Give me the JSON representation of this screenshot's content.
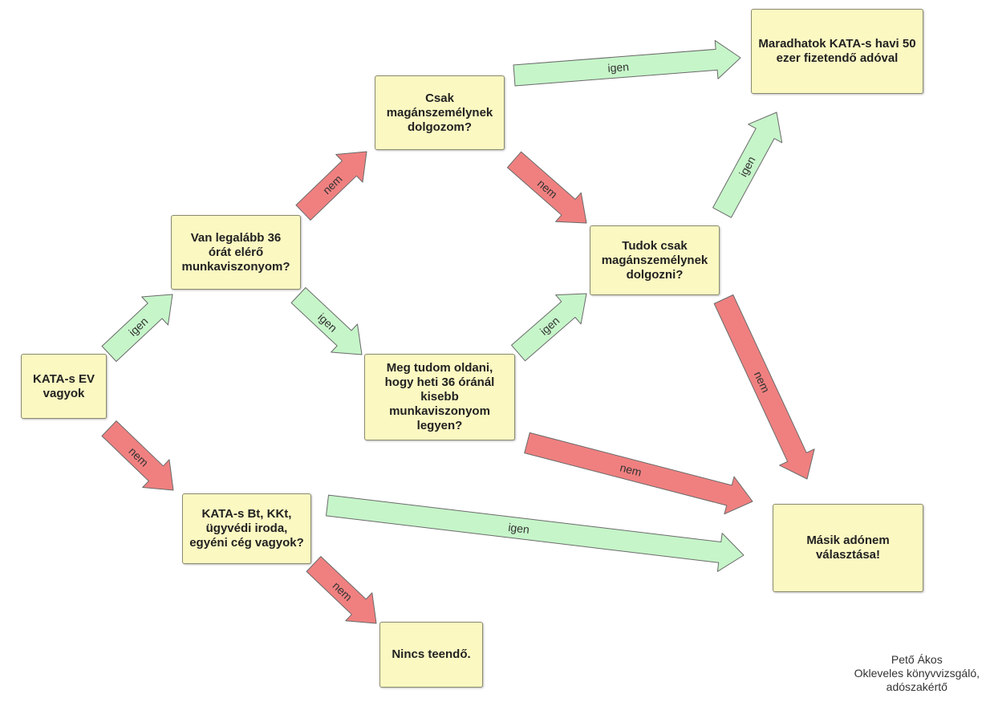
{
  "boxes": {
    "kata_ev": "KATA-s EV vagyok",
    "legalabb_36": "Van legalább 36 órát elérő munkaviszonyom?",
    "csak_magan": "Csak magánszemélynek dolgozom?",
    "meg_tudom": "Meg tudom oldani, hogy heti 36 óránál kisebb munkaviszonyom legyen?",
    "tudok_csak": "Tudok csak magánszemélynek dolgozni?",
    "maradhatok": "Maradhatok KATA-s havi 50 ezer fizetendő adóval",
    "bt_kkt": "KATA-s Bt, KKt, ügyvédi iroda, egyéni cég vagyok?",
    "nincs": "Nincs teendő.",
    "masik": "Másik adónem választása!"
  },
  "labels": {
    "yes": "igen",
    "no": "nem"
  },
  "author": {
    "name": "Pető Ákos",
    "title1": "Okleveles könyvvizsgáló,",
    "title2": "adószakértő"
  },
  "colors": {
    "box_fill": "#fbf8c2",
    "yes_arrow": "#c6f5c9",
    "no_arrow": "#f08080",
    "arrow_stroke": "#6a6a6a"
  }
}
